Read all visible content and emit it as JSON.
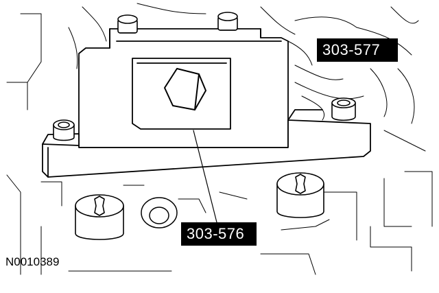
{
  "callouts": {
    "tool_upper": "303-577",
    "tool_lower": "303-576"
  },
  "figure_id": "N0010389"
}
